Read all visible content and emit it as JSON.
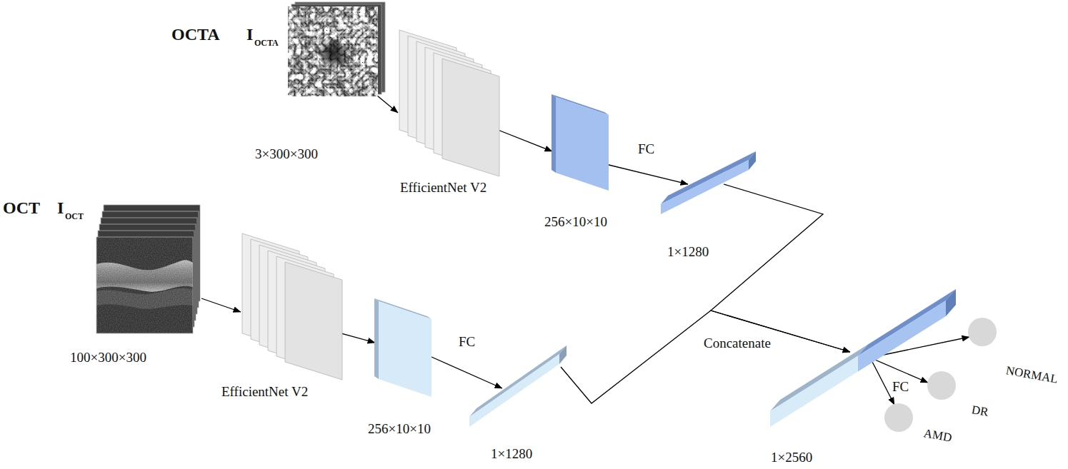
{
  "diagram": {
    "nodes": [
      {
        "text": [
          "3×300×300"
        ]
      },
      {
        "text": [
          "EfficientNet V2"
        ]
      },
      {
        "text": [
          "256×10×10"
        ]
      },
      {
        "text": [
          "1×1280"
        ]
      },
      {
        "text": [
          "100×300×300"
        ]
      },
      {
        "text": [
          "EfficientNet V2"
        ]
      },
      {
        "text": [
          "256×10×10"
        ]
      },
      {
        "text": [
          "1×1280"
        ]
      },
      {
        "text": [
          "1×2560"
        ]
      },
      {
        "text": [
          "NORMAL"
        ]
      },
      {
        "text": [
          "DR"
        ]
      },
      {
        "text": [
          "AMD"
        ]
      }
    ],
    "edges": [
      {
        "from": 0,
        "to": 1,
        "arrow": "to"
      },
      {
        "from": 1,
        "to": 2,
        "arrow": "to"
      },
      {
        "from": 2,
        "to": 3,
        "label": "FC",
        "arrow": "to"
      },
      {
        "from": 4,
        "to": 5,
        "arrow": "to"
      },
      {
        "from": 5,
        "to": 6,
        "arrow": "to"
      },
      {
        "from": 6,
        "to": 7,
        "label": "FC",
        "arrow": "to"
      },
      {
        "from": 3,
        "to": 8,
        "arrow": "to"
      },
      {
        "from": 7,
        "to": 8,
        "label": "Concatenate",
        "arrow": "to"
      },
      {
        "from": 8,
        "to": 9,
        "arrow": "to"
      },
      {
        "from": 8,
        "to": 10,
        "label": "FC",
        "arrow": "to"
      },
      {
        "from": 8,
        "to": 11,
        "arrow": "to"
      }
    ],
    "labels": [
      "OCTA",
      "I",
      "OCTA",
      "OCT",
      "I",
      "OCT"
    ]
  }
}
